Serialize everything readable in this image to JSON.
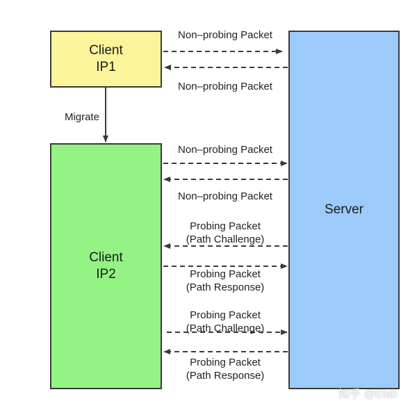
{
  "nodes": {
    "client_ip1": {
      "line1": "Client",
      "line2": "IP1"
    },
    "client_ip2": {
      "line1": "Client",
      "line2": "IP2"
    },
    "server": {
      "label": "Server"
    }
  },
  "edges": {
    "migrate": "Migrate",
    "np1": "Non–probing Packet",
    "np2": "Non–probing Packet",
    "np3": "Non–probing Packet",
    "np4": "Non–probing Packet",
    "p1": {
      "line1": "Probing Packet",
      "line2": "(Path Challenge)"
    },
    "p2": {
      "line1": "Probing Packet",
      "line2": "(Path Response)"
    },
    "p3": {
      "line1": "Probing Packet",
      "line2": "(Path Challenge)"
    },
    "p4": {
      "line1": "Probing Packet",
      "line2": "(Path Response)"
    }
  },
  "watermark": "知乎 @Elab",
  "colors": {
    "client_ip1_fill": "#fbf49b",
    "client_ip2_fill": "#93f383",
    "server_fill": "#9ccbfb",
    "stroke": "#3a3a3a"
  }
}
